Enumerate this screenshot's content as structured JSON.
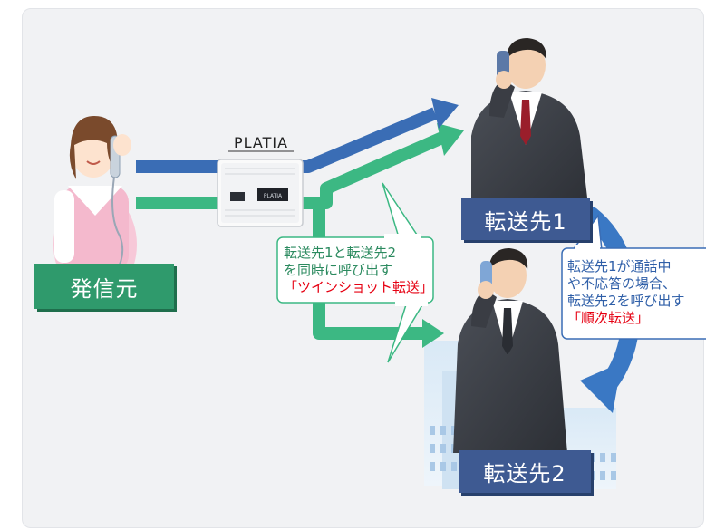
{
  "device": {
    "brand": "PLATIA"
  },
  "labels": {
    "source": "発信元",
    "dest1": "転送先1",
    "dest2": "転送先2"
  },
  "bubble_twin": {
    "line1": "転送先1と転送先2",
    "line2": "を同時に呼び出す",
    "line3": "「ツインショット転送」"
  },
  "bubble_seq": {
    "line1": "転送先1が通話中",
    "line2": "や不応答の場合、",
    "line3": "転送先2を呼び出す",
    "line4": "「順次転送」"
  },
  "colors": {
    "blue_arrow": "#3a6db5",
    "green_arrow": "#3cb883",
    "label_navy": "#3e5a92",
    "label_green": "#2f9a6c",
    "accent_red": "#e60012"
  }
}
